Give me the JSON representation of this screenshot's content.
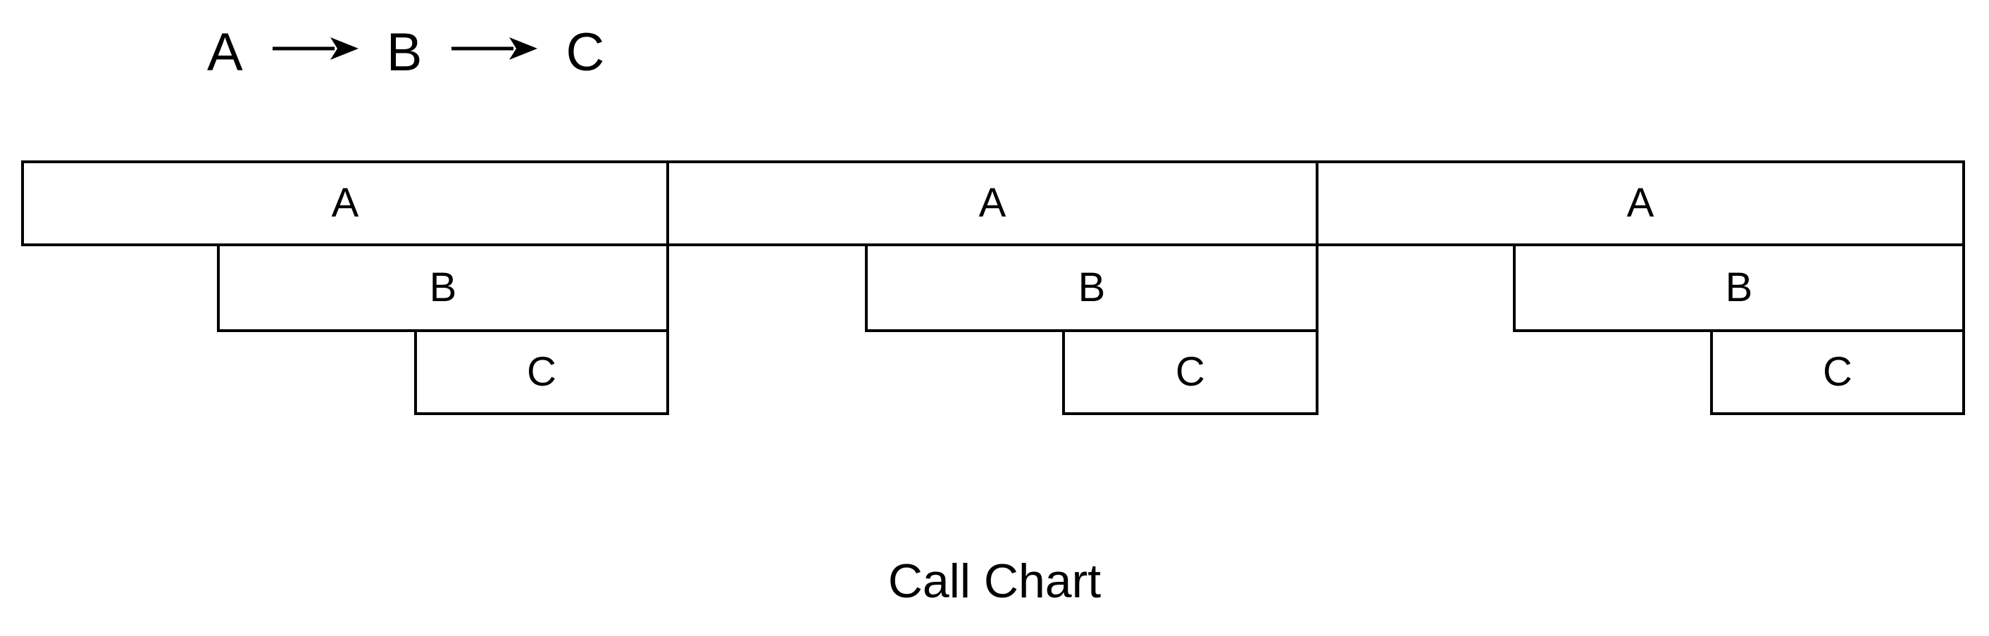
{
  "title": "Call Chart",
  "sequence": {
    "nodes": [
      "A",
      "B",
      "C"
    ]
  },
  "call_chart": {
    "groups": [
      {
        "frames": [
          {
            "label": "A"
          },
          {
            "label": "B"
          },
          {
            "label": "C"
          }
        ]
      },
      {
        "frames": [
          {
            "label": "A"
          },
          {
            "label": "B"
          },
          {
            "label": "C"
          }
        ]
      },
      {
        "frames": [
          {
            "label": "A"
          },
          {
            "label": "B"
          },
          {
            "label": "C"
          }
        ]
      }
    ]
  },
  "colors": {
    "stroke": "#000000",
    "background": "#ffffff",
    "text": "#000000"
  }
}
